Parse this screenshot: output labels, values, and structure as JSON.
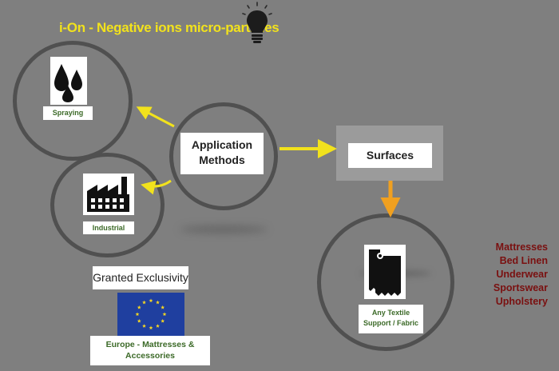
{
  "title": "i-On - Negative ions micro-particles",
  "nodes": {
    "spraying": "Spraying",
    "industrial": "Industrial",
    "application": "Application\nMethods",
    "surfaces": "Surfaces",
    "textile": "Any Textile\nSupport / Fabric"
  },
  "exclusivity": {
    "title": "Granted Exclusivity",
    "region": "Europe - Mattresses &\nAccessories"
  },
  "products": [
    "Mattresses",
    "Bed Linen",
    "Underwear",
    "Sportswear",
    "Upholstery"
  ],
  "icons": [
    "lightbulb-icon",
    "water-drops-icon",
    "factory-icon",
    "fabric-rolls-icon",
    "eu-flag-icon"
  ],
  "colors": {
    "background": "#7f7f7f",
    "title": "#f2e21c",
    "arrow_yellow": "#f2e21c",
    "arrow_orange": "#f0a020",
    "label_green": "#3c6a28",
    "products": "#7a1010",
    "circle": "#505050"
  }
}
